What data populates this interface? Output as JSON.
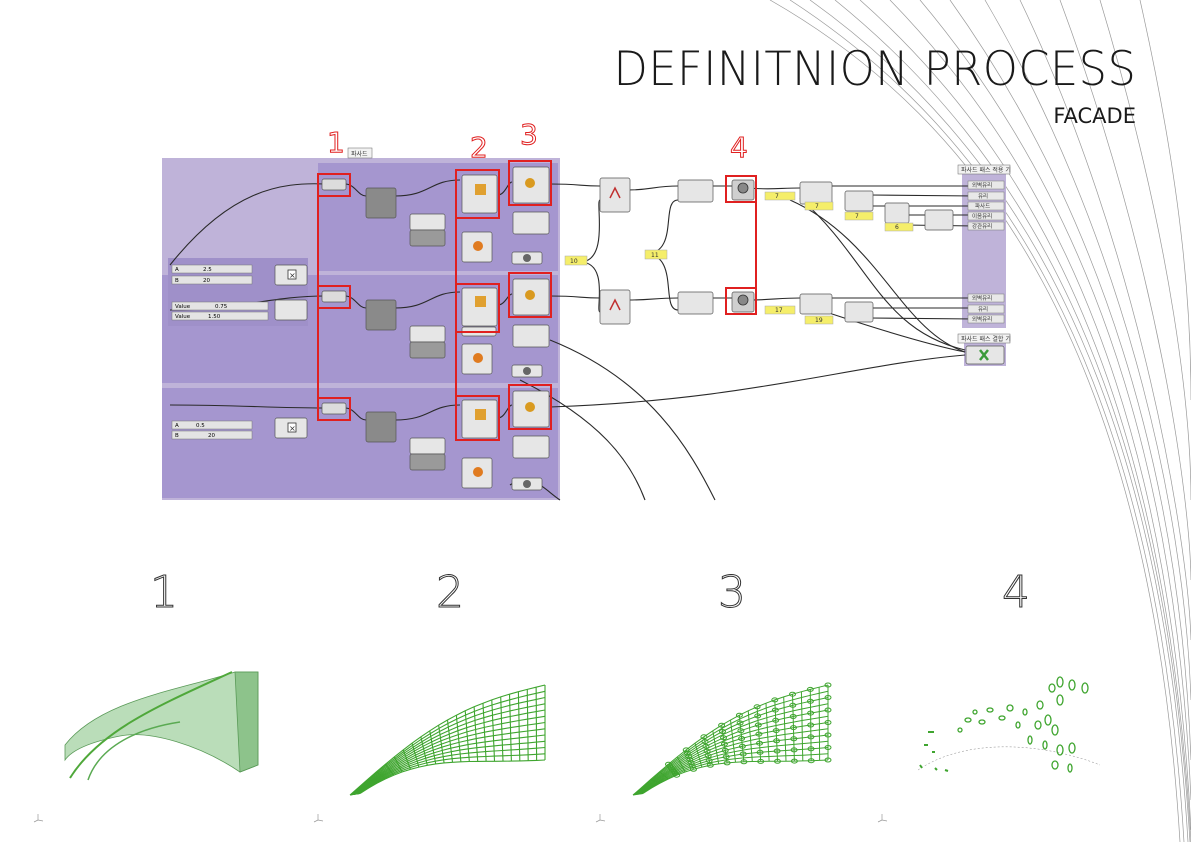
{
  "header": {
    "title": "DEFINITNION PROCESS",
    "subtitle": "FACADE"
  },
  "step_labels": [
    "1",
    "2",
    "3",
    "4"
  ],
  "canvas_markers": [
    "1",
    "2",
    "3",
    "4"
  ],
  "group_tags": {
    "facade": "파사드",
    "out1": "파사드 패스 적용 기",
    "out2": "파사드 패스 결합 기"
  },
  "sliders": [
    {
      "name": "A",
      "value": "2.5"
    },
    {
      "name": "B",
      "value": "20"
    },
    {
      "name": "Value",
      "value": "0.75"
    },
    {
      "name": "Value",
      "value": "1.50"
    },
    {
      "name": "A",
      "value": "0.5"
    },
    {
      "name": "B",
      "value": "20"
    }
  ],
  "panels": [
    "10",
    "11",
    "7",
    "7",
    "7",
    "6",
    "17",
    "19"
  ],
  "output_params": [
    "외벽유리",
    "유리",
    "파사드",
    "이음유리",
    "강관유리",
    "외벽유리",
    "유리",
    "외벽유리"
  ],
  "colors": {
    "canvas": "#bfb3d9",
    "group": "#9f90c9",
    "highlight": "#e02020",
    "geometry": "#4fa83a"
  },
  "icons": [
    "move-icon",
    "divide-icon",
    "custom-preview-icon",
    "graph-mapper-icon",
    "dispatch-icon",
    "cull-icon",
    "sphere-icon",
    "weave-icon"
  ]
}
